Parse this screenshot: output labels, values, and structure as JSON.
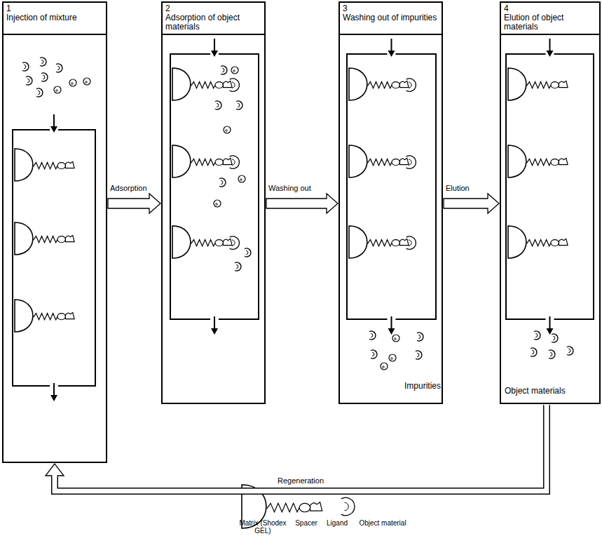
{
  "diagram": {
    "nodes": [
      {
        "text": [
          "1",
          "Injection of mixture"
        ]
      },
      {
        "text": [
          "2",
          "Adsorption of object materials"
        ]
      },
      {
        "text": [
          "3",
          "Washing out of impurities",
          "Impurities"
        ]
      },
      {
        "text": [
          "4",
          "Elution of object materials",
          "Object materials"
        ]
      }
    ],
    "edges": [
      {
        "from": 0,
        "to": 1,
        "label": "Adsorption",
        "arrow": "to"
      },
      {
        "from": 1,
        "to": 2,
        "label": "Washing out",
        "arrow": "to"
      },
      {
        "from": 2,
        "to": 3,
        "label": "Elution",
        "arrow": "to"
      },
      {
        "from": 3,
        "to": 0,
        "label": "Regeneration",
        "arrow": "to"
      }
    ],
    "labels": [
      "Matrix (Shodex GEL)",
      "Spacer",
      "Ligand",
      "Object material"
    ]
  }
}
